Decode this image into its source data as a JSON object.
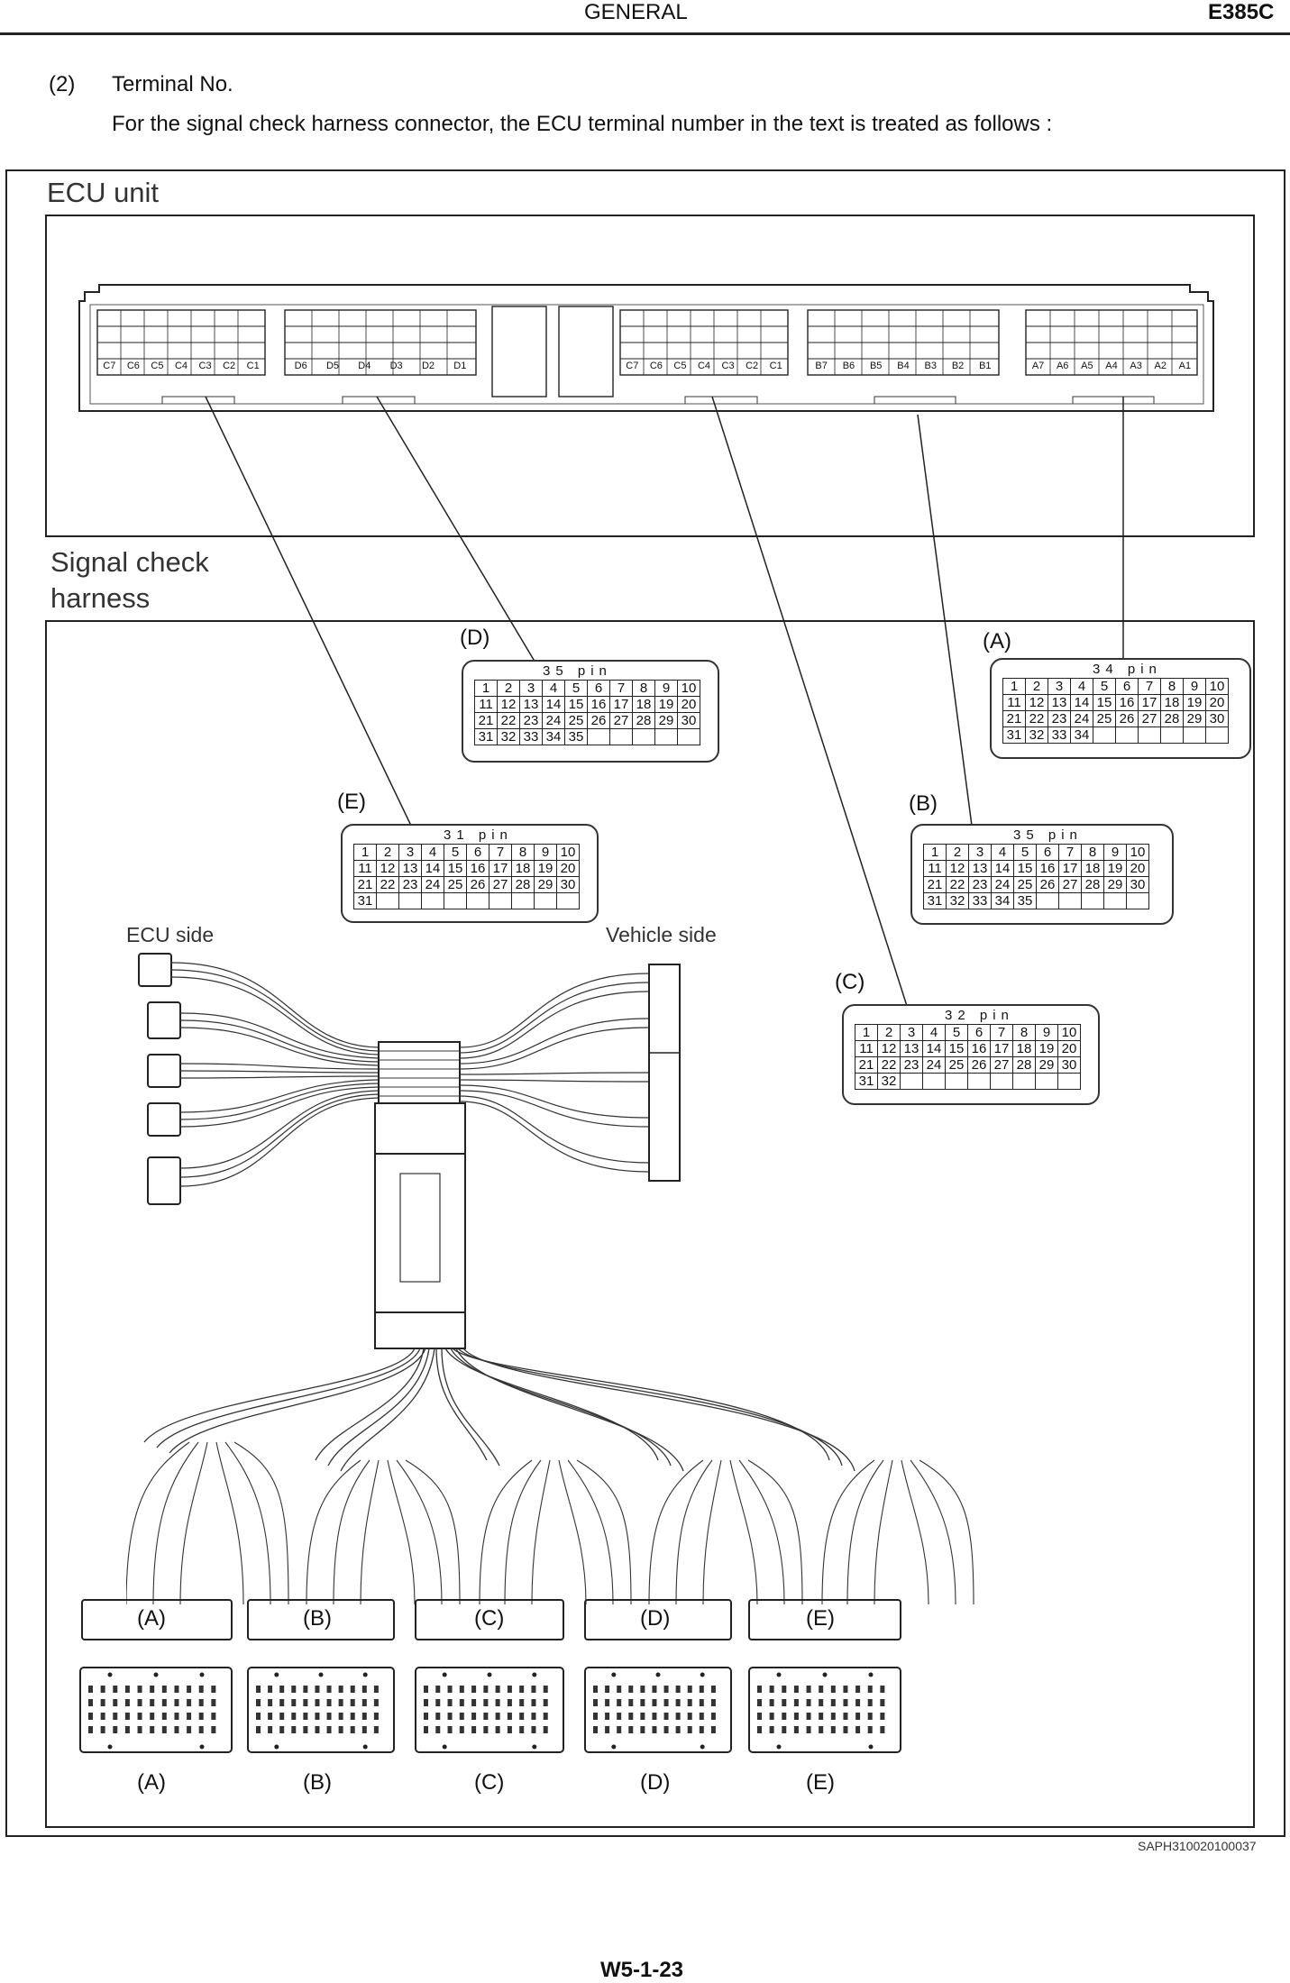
{
  "header": {
    "title": "GENERAL",
    "code": "E385C"
  },
  "intro": {
    "number": "(2)",
    "title": "Terminal No.",
    "description": "For the signal check harness connector,  the ECU terminal number in the text is treated as follows :"
  },
  "labels": {
    "ecu_unit": "ECU unit",
    "signal_check_line1": "Signal check",
    "signal_check_line2": "harness",
    "ecu_side": "ECU side",
    "vehicle_side": "Vehicle side"
  },
  "ecu_blocks": [
    {
      "bottom": [
        "C7",
        "C6",
        "C5",
        "C4",
        "C3",
        "C2",
        "C1"
      ]
    },
    {
      "bottom": [
        "D6",
        "D5",
        "D4",
        "D3",
        "D2",
        "D1"
      ]
    },
    {
      "bottom": [
        "C7",
        "C6",
        "C5",
        "C4",
        "C3",
        "C2",
        "C1"
      ]
    },
    {
      "bottom": [
        "B7",
        "B6",
        "B5",
        "B4",
        "B3",
        "B2",
        "B1"
      ]
    },
    {
      "bottom": [
        "A7",
        "A6",
        "A5",
        "A4",
        "A3",
        "A2",
        "A1"
      ]
    }
  ],
  "connectors": {
    "D": {
      "label": "(D)",
      "pins_caption": "35  pin"
    },
    "A": {
      "label": "(A)",
      "pins_caption": "34  pin"
    },
    "E": {
      "label": "(E)",
      "pins_caption": "31  pin"
    },
    "B": {
      "label": "(B)",
      "pins_caption": "35  pin"
    },
    "C": {
      "label": "(C)",
      "pins_caption": "32  pin"
    }
  },
  "harness_connectors": [
    "(A)",
    "(B)",
    "(C)",
    "(D)",
    "(E)"
  ],
  "reference": "SAPH310020100037",
  "page_number": "W5-1-23"
}
